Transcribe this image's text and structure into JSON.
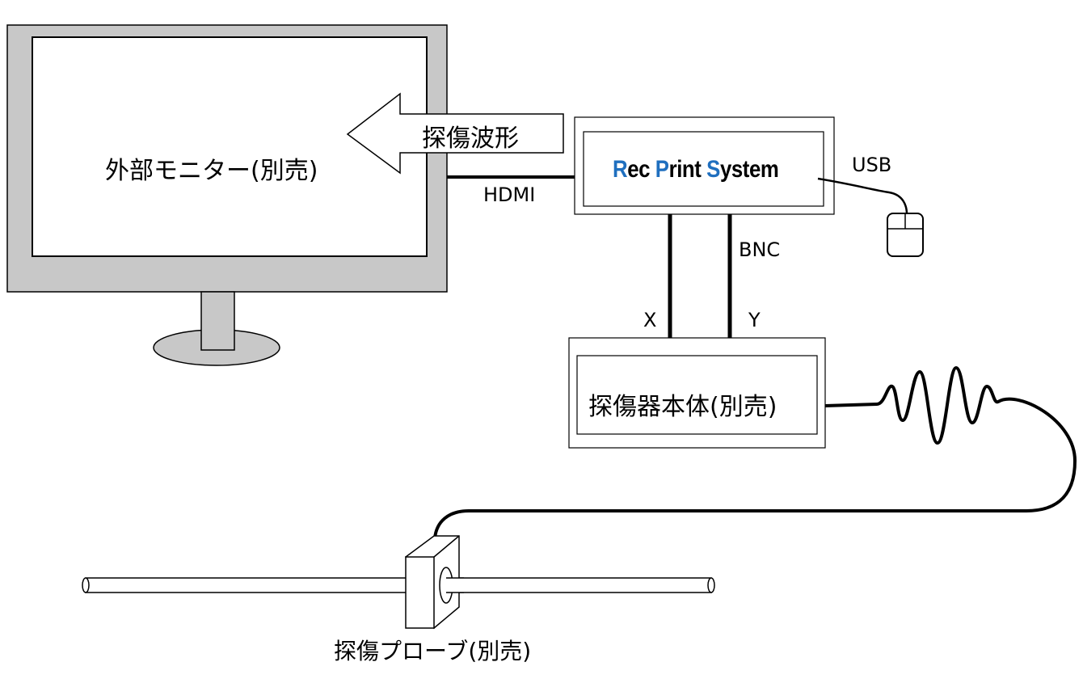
{
  "labels": {
    "monitor": "外部モニター(別売)",
    "arrow": "探傷波形",
    "hdmi": "HDMI",
    "usb": "USB",
    "bnc": "BNC",
    "x": "X",
    "y": "Y",
    "flaw_detector": "探傷器本体(別売)",
    "probe": "探傷プローブ(別売)"
  },
  "brand": {
    "words": [
      {
        "initial": "R",
        "rest": "ec "
      },
      {
        "initial": "P",
        "rest": "rint "
      },
      {
        "initial": "S",
        "rest": "ystem"
      }
    ],
    "initial_color": "#1f6fbf",
    "text_color": "#000000"
  },
  "colors": {
    "monitor_bezel": "#c8c8c8",
    "stand": "#c8c8c8",
    "line": "#000000",
    "background": "#ffffff"
  },
  "icons": [
    "monitor-icon",
    "mouse-icon",
    "probe-icon",
    "arrow-icon",
    "waveform-icon"
  ]
}
